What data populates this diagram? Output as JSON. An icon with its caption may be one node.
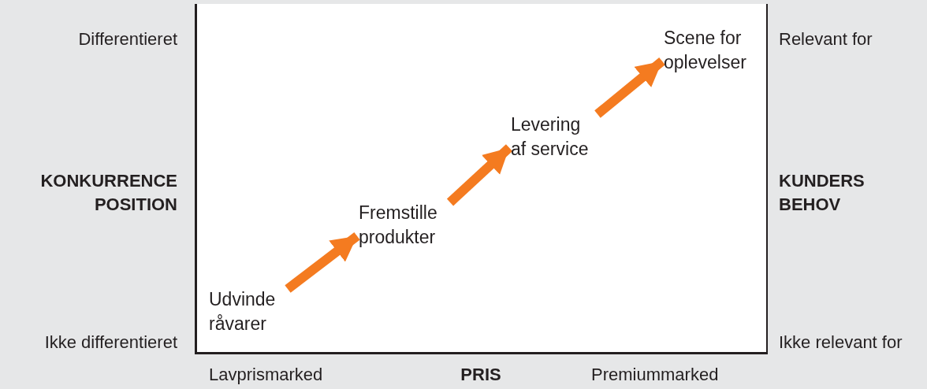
{
  "diagram": {
    "nodes": [
      {
        "text": [
          "Udvinde råvarer"
        ]
      },
      {
        "text": [
          "Fremstille produkter"
        ]
      },
      {
        "text": [
          "Levering af service"
        ]
      },
      {
        "text": [
          "Scene for oplevelser"
        ]
      }
    ],
    "edges": [
      {
        "from": 0,
        "to": 1,
        "arrow": "to"
      },
      {
        "from": 1,
        "to": 2,
        "arrow": "to"
      },
      {
        "from": 2,
        "to": 3,
        "arrow": "to"
      }
    ],
    "labels": [
      "Differentieret",
      "Relevant for",
      "KONKURRENCE POSITION",
      "KUNDERS BEHOV",
      "Ikke differentieret",
      "Ikke relevant for",
      "Lavprismarked",
      "PRIS",
      "Premiummarked"
    ]
  }
}
